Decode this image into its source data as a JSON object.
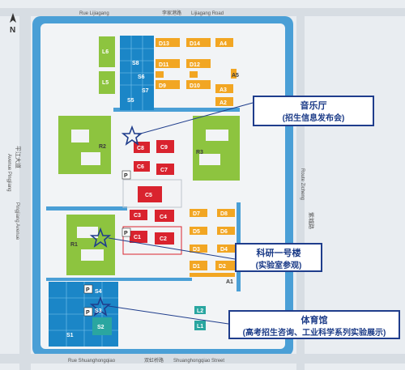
{
  "roads": {
    "north": "Rue Lijiagang",
    "north_cn": "李家港路",
    "north_en": "Lijiagang Road",
    "south": "Rue Shuanghongqiao",
    "south_cn": "双虹桥路",
    "south_en": "Shuanghongqiao Street",
    "west": "Avenue Pingjiang",
    "west_cn": "平江大道",
    "west_en": "Pingjiang Avenue",
    "east": "Route Zicheng",
    "east_cn": "紫城路"
  },
  "compass": {
    "label": "N"
  },
  "buildings": {
    "D13": "D13",
    "D14": "D14",
    "A4": "A4",
    "D11": "D11",
    "D12": "D12",
    "A5": "A5",
    "D9": "D9",
    "D10": "D10",
    "A3": "A3",
    "A2": "A2",
    "L6": "L6",
    "L5": "L5",
    "S8": "S8",
    "S6": "S6",
    "S7": "S7",
    "S5": "S5",
    "C8": "C8",
    "C9": "C9",
    "C6": "C6",
    "C7": "C7",
    "C5": "C5",
    "C3": "C3",
    "C4": "C4",
    "C1": "C1",
    "C2": "C2",
    "R2": "R2",
    "R3": "R3",
    "R1": "R1",
    "D7": "D7",
    "D8": "D8",
    "D5": "D5",
    "D6": "D6",
    "D3": "D3",
    "D4": "D4",
    "D1": "D1",
    "D2": "D2",
    "A1": "A1",
    "S4": "S4",
    "S3": "S3",
    "S2": "S2",
    "S1": "S1",
    "L2": "L2",
    "L1": "L1",
    "P": "P"
  },
  "callouts": {
    "music_hall": {
      "title": "音乐厅",
      "subtitle": "(招生信息发布会)"
    },
    "research_building": {
      "title": "科研一号楼",
      "subtitle": "(实验室参观)"
    },
    "gymnasium": {
      "title": "体育馆",
      "subtitle": "(高考招生咨询、工业科学系列实验展示)"
    }
  },
  "colors": {
    "water": "#4a9fd6",
    "ground": "#e9edf1",
    "orange": "#f2a623",
    "red": "#d9232e",
    "green": "#8dc43f",
    "sports": "#1b86c7",
    "teal": "#2aa6a0",
    "star": "#1f3d8c",
    "callout_border": "#1f3d8c"
  }
}
